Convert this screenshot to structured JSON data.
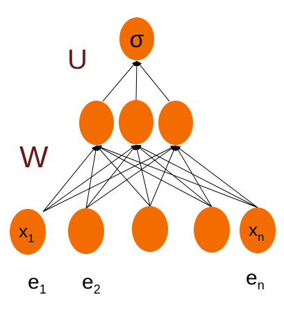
{
  "colors": {
    "node_fill": "#f26c00",
    "edge_stroke": "#000000",
    "matrix_label": "#6b1a1a",
    "text": "#000000"
  },
  "labels": {
    "output_matrix": "U",
    "hidden_matrix": "W"
  },
  "nodes": {
    "output": {
      "symbol": "σ"
    },
    "hidden": [
      "",
      "",
      ""
    ],
    "input": [
      {
        "base": "x",
        "sub": "1"
      },
      {
        "base": "",
        "sub": ""
      },
      {
        "base": "",
        "sub": ""
      },
      {
        "base": "",
        "sub": ""
      },
      {
        "base": "x",
        "sub": "n"
      }
    ]
  },
  "embeddings": [
    {
      "base": "e",
      "sub": "1"
    },
    {
      "base": "e",
      "sub": "2"
    },
    {
      "base": "e",
      "sub": "n"
    }
  ]
}
